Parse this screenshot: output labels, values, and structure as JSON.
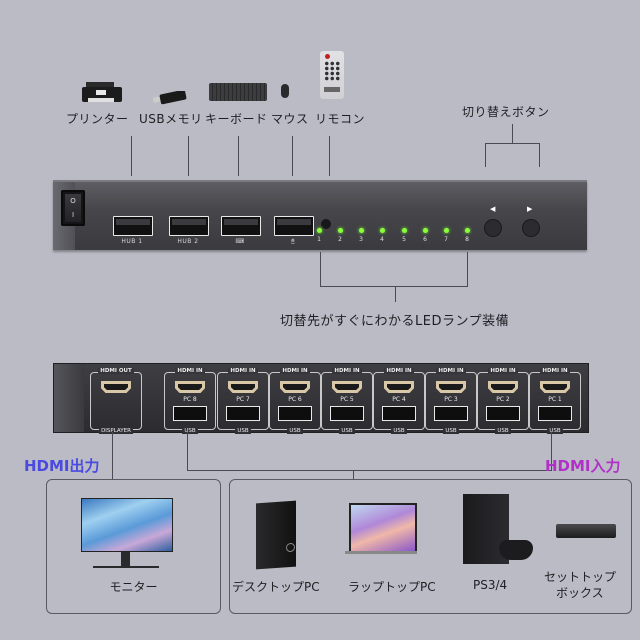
{
  "peripherals": [
    {
      "id": "printer",
      "label": "プリンター",
      "icon": "printer-icon"
    },
    {
      "id": "usb-memory",
      "label": "USBメモリ",
      "icon": "usb-stick-icon"
    },
    {
      "id": "keyboard",
      "label": "キーボード",
      "icon": "keyboard-icon"
    },
    {
      "id": "mouse",
      "label": "マウス",
      "icon": "mouse-icon"
    },
    {
      "id": "remote",
      "label": "リモコン",
      "icon": "remote-control-icon"
    }
  ],
  "switch_buttons_label": "切り替えボタン",
  "led_caption": "切替先がすぐにわかるLEDランプ装備",
  "front_panel": {
    "power_switch": {
      "on": "I",
      "off": "O"
    },
    "usb_ports": [
      {
        "label": "HUB 1"
      },
      {
        "label": "HUB 2"
      },
      {
        "label": "⌨",
        "icon": "keyboard-port-icon"
      },
      {
        "label": "🖰",
        "icon": "mouse-port-icon"
      }
    ],
    "leds": [
      "1",
      "2",
      "3",
      "4",
      "5",
      "6",
      "7",
      "8"
    ],
    "led_color": "#8aff3c",
    "buttons": [
      {
        "arrow": "◀"
      },
      {
        "arrow": "▶"
      }
    ]
  },
  "rear_panel": {
    "output": {
      "top": "HDMI OUT",
      "bottom": "DISPLAYER"
    },
    "inputs": [
      {
        "top": "HDMI IN",
        "pc": "PC 8",
        "bottom": "USB"
      },
      {
        "top": "HDMI IN",
        "pc": "PC 7",
        "bottom": "USB"
      },
      {
        "top": "HDMI IN",
        "pc": "PC 6",
        "bottom": "USB"
      },
      {
        "top": "HDMI IN",
        "pc": "PC 5",
        "bottom": "USB"
      },
      {
        "top": "HDMI IN",
        "pc": "PC 4",
        "bottom": "USB"
      },
      {
        "top": "HDMI IN",
        "pc": "PC 3",
        "bottom": "USB"
      },
      {
        "top": "HDMI IN",
        "pc": "PC 2",
        "bottom": "USB"
      },
      {
        "top": "HDMI IN",
        "pc": "PC 1",
        "bottom": "USB"
      }
    ]
  },
  "hdmi_output_tag": {
    "text": "HDMI出力",
    "color": "#4a4ae0"
  },
  "hdmi_input_tag": {
    "text": "HDMI入力",
    "color": "#b030c8"
  },
  "output_devices": [
    {
      "label": "モニター",
      "icon": "monitor-icon"
    }
  ],
  "input_devices": [
    {
      "label": "デスクトップPC",
      "icon": "desktop-tower-icon"
    },
    {
      "label": "ラップトップPC",
      "icon": "laptop-icon"
    },
    {
      "label": "PS3/4",
      "icon": "game-console-icon"
    },
    {
      "label": "セットトップ\nボックス",
      "line1": "セットトップ",
      "line2": "ボックス",
      "icon": "set-top-box-icon"
    }
  ]
}
